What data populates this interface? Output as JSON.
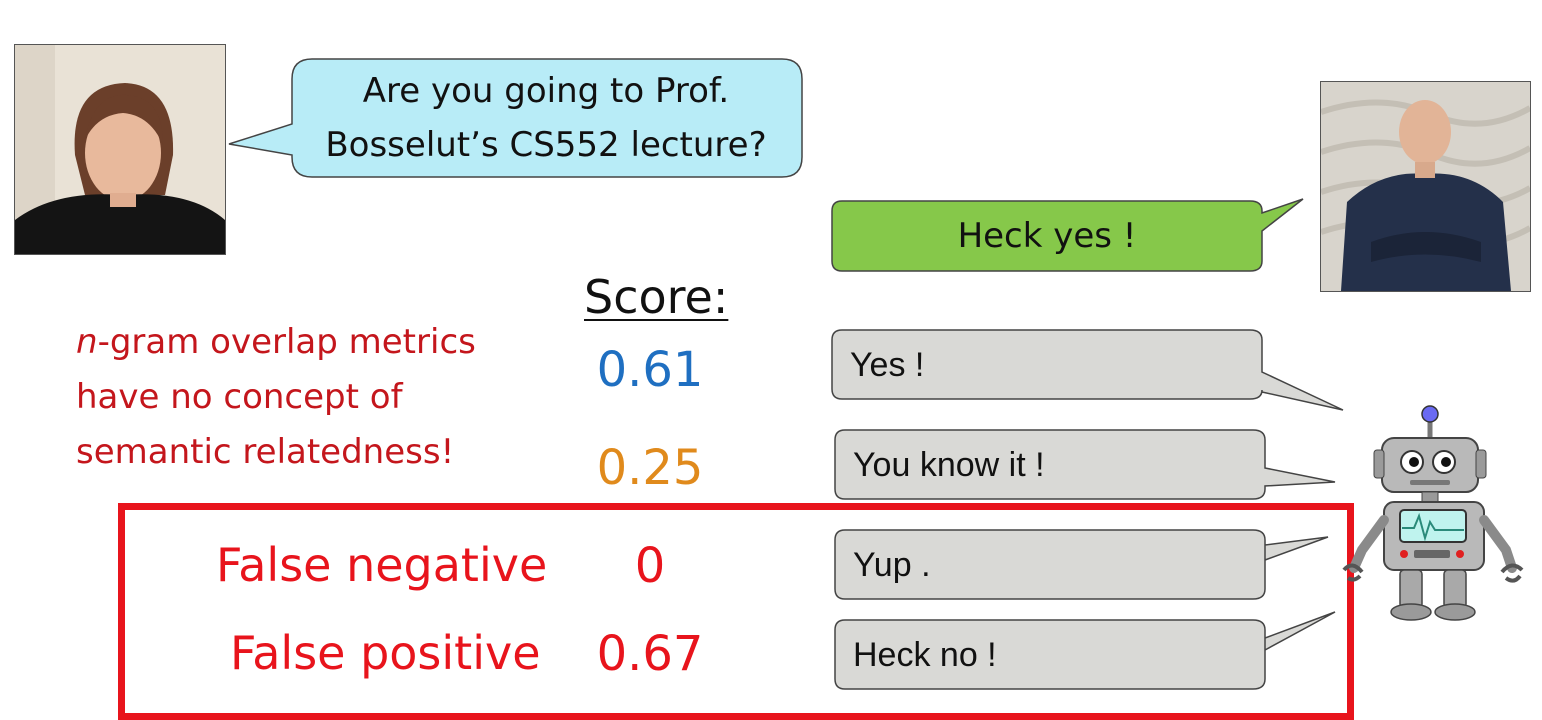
{
  "question": {
    "line1": "Are you going to Prof.",
    "line2": "Bosselut’s CS552 lecture?"
  },
  "answer": "Heck yes !",
  "score_heading": "Score:",
  "note": {
    "italic": "n",
    "line1_rest": "-gram overlap metrics",
    "line2": "have no concept of",
    "line3": "semantic relatedness!"
  },
  "candidates": [
    {
      "text": "Yes !",
      "score": "0.61",
      "score_color": "#1f6fc1"
    },
    {
      "text": "You know it !",
      "score": "0.25",
      "score_color": "#e08a1c"
    },
    {
      "text": "Yup .",
      "score": "0",
      "score_color": "#e8141c"
    },
    {
      "text": "Heck no !",
      "score": "0.67",
      "score_color": "#e8141c"
    }
  ],
  "false_labels": {
    "negative": "False negative",
    "positive": "False positive"
  },
  "colors": {
    "question_bubble": "#b8ecf7",
    "answer_bubble": "#86c84a",
    "candidate_bubble": "#d9d9d6",
    "highlight": "#e8141c",
    "note": "#c4161c"
  }
}
